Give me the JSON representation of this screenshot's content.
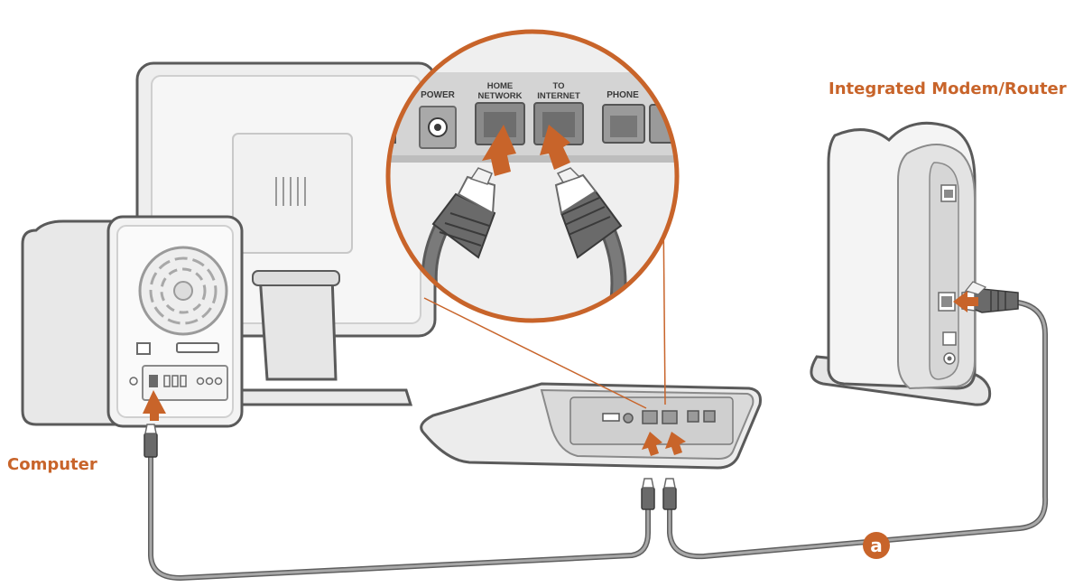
{
  "labels": {
    "modem_router": "Integrated Modem/Router",
    "computer": "Computer"
  },
  "zoom_inset_ports": {
    "power": "POWER",
    "home_network_line1": "HOME",
    "home_network_line2": "NETWORK",
    "to_internet_line1": "TO",
    "to_internet_line2": "INTERNET",
    "phone": "PHONE"
  },
  "cable_marker": "a",
  "colors": {
    "accent": "#c8642a",
    "device_light": "#e8e8e8",
    "device_outline": "#555555",
    "cable": "#7a7a7a"
  }
}
